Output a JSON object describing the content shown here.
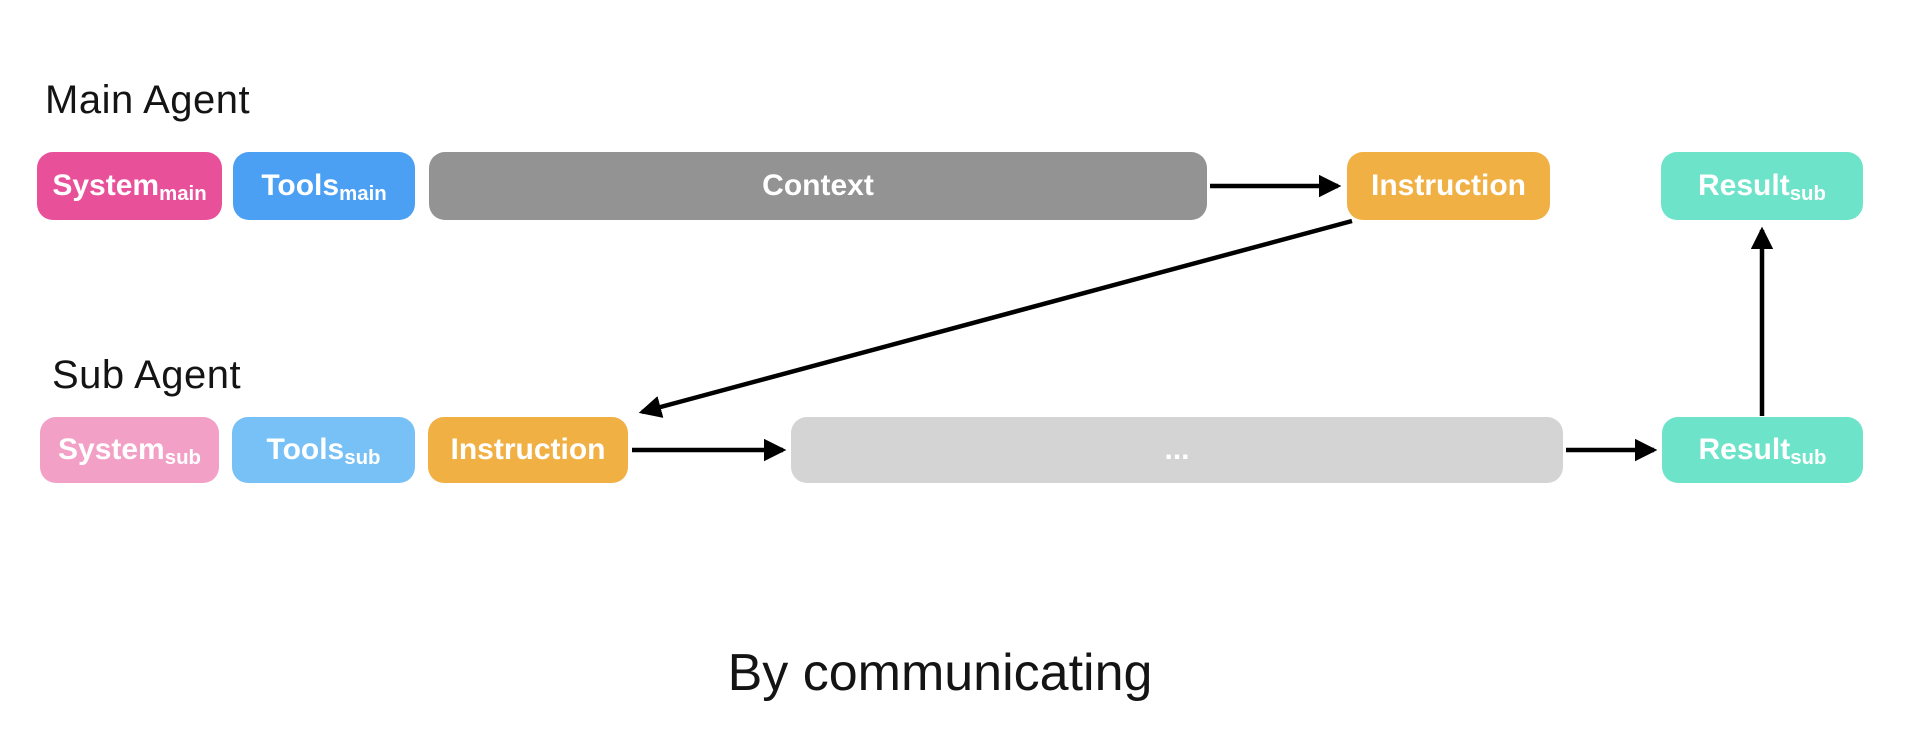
{
  "page": {
    "caption": "By communicating"
  },
  "colors": {
    "background": "#FFFFFF",
    "label_text": "#141414",
    "box_text": "#FFFFFF",
    "arrow": "#000000",
    "system_main": "#E9509A",
    "tools_main": "#4BA0F4",
    "context": "#939393",
    "instruction": "#F1B044",
    "result": "#6DE3C9",
    "system_sub": "#F3A0C7",
    "tools_sub": "#77C1F6",
    "ellipsis_box": "#D4D4D4"
  },
  "diagram": {
    "main_row": {
      "label": "Main Agent",
      "boxes": {
        "system": {
          "text": "System",
          "subscript": "main"
        },
        "tools": {
          "text": "Tools",
          "subscript": "main"
        },
        "context": {
          "text": "Context",
          "subscript": ""
        },
        "instruction": {
          "text": "Instruction",
          "subscript": ""
        },
        "result": {
          "text": "Result",
          "subscript": "sub"
        }
      }
    },
    "sub_row": {
      "label": "Sub Agent",
      "boxes": {
        "system": {
          "text": "System",
          "subscript": "sub"
        },
        "tools": {
          "text": "Tools",
          "subscript": "sub"
        },
        "instruction": {
          "text": "Instruction",
          "subscript": ""
        },
        "ellipsis": {
          "text": "...",
          "subscript": ""
        },
        "result": {
          "text": "Result",
          "subscript": "sub"
        }
      }
    },
    "arrows": [
      {
        "from": "context-main",
        "to": "instruction-main"
      },
      {
        "from": "instruction-main",
        "to": "instruction-sub"
      },
      {
        "from": "instruction-sub",
        "to": "ellipsis-sub"
      },
      {
        "from": "ellipsis-sub",
        "to": "result-sub-bottom"
      },
      {
        "from": "result-sub-bottom",
        "to": "result-sub-top"
      }
    ]
  }
}
